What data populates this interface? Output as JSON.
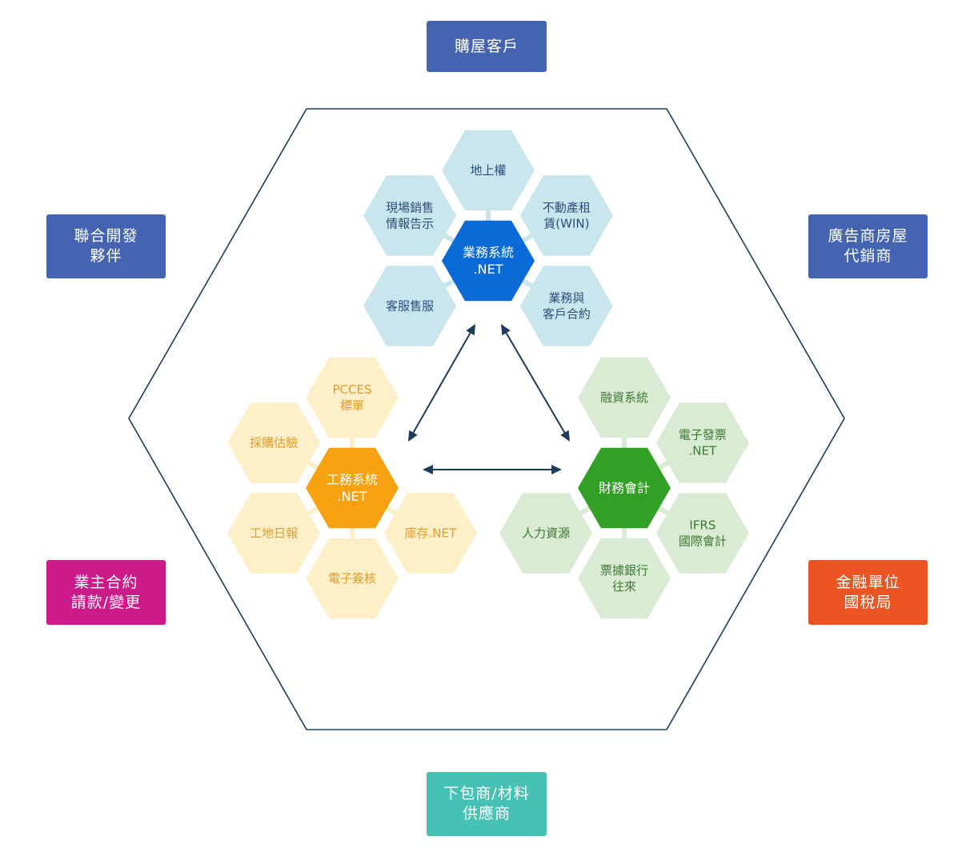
{
  "outer_boxes": {
    "buyer": {
      "lines": [
        "購屋客戶"
      ],
      "color": "#4463b0"
    },
    "joint": {
      "lines": [
        "聯合開發",
        "夥伴"
      ],
      "color": "#4463b0"
    },
    "ad": {
      "lines": [
        "廣告商房屋",
        "代銷商"
      ],
      "color": "#4463b0"
    },
    "owner": {
      "lines": [
        "業主合約",
        "請款/變更"
      ],
      "color": "#cc1a8a"
    },
    "finance": {
      "lines": [
        "金融單位",
        "國稅局"
      ],
      "color": "#ec5424"
    },
    "sub": {
      "lines": [
        "下包商/材料",
        "供應商"
      ],
      "color": "#45c2b4"
    }
  },
  "clusters": {
    "business": {
      "center": {
        "lines": [
          "業務系統",
          ".NET"
        ]
      },
      "satellites": {
        "top": {
          "lines": [
            "地上權"
          ]
        },
        "upper_right": {
          "lines": [
            "不動產租",
            "賃(WIN)"
          ]
        },
        "lower_right": {
          "lines": [
            "業務與",
            "客戶合約"
          ]
        },
        "lower_left": {
          "lines": [
            "客服售服"
          ]
        },
        "upper_left": {
          "lines": [
            "現場銷售",
            "情報告示"
          ]
        }
      },
      "colors": {
        "center": "#0a6ad8",
        "satellite": "#c9e5ee",
        "text": "#2a4f7a",
        "center_text": "#ffffff",
        "connector": "#c9e5ee"
      }
    },
    "engineering": {
      "center": {
        "lines": [
          "工務系統",
          ".NET"
        ]
      },
      "satellites": {
        "top": {
          "lines": [
            "PCCES",
            "標單"
          ]
        },
        "lower_right": {
          "lines": [
            "庫存.NET"
          ]
        },
        "bottom": {
          "lines": [
            "電子簽核"
          ]
        },
        "lower_left": {
          "lines": [
            "工地日報"
          ]
        },
        "upper_left": {
          "lines": [
            "採購估驗"
          ]
        }
      },
      "colors": {
        "center": "#f6a10f",
        "satellite": "#fdf0c8",
        "text": "#e59a2a",
        "center_text": "#ffffff",
        "connector": "#fdf0c8"
      }
    },
    "finance": {
      "center": {
        "lines": [
          "財務會計"
        ]
      },
      "satellites": {
        "top": {
          "lines": [
            "融資系統"
          ]
        },
        "upper_right": {
          "lines": [
            "電子發票",
            ".NET"
          ]
        },
        "lower_right": {
          "lines": [
            "IFRS",
            "國際會計"
          ]
        },
        "bottom": {
          "lines": [
            "票據銀行",
            "往來"
          ]
        },
        "lower_left": {
          "lines": [
            "人力資源"
          ]
        }
      },
      "colors": {
        "center": "#31a024",
        "satellite": "#d9ebd3",
        "text": "#3d7a32",
        "center_text": "#ffffff",
        "connector": "#d9ebd3"
      }
    }
  },
  "colors": {
    "outline": "#1d3b5c",
    "arrow": "#1d3b5c"
  }
}
